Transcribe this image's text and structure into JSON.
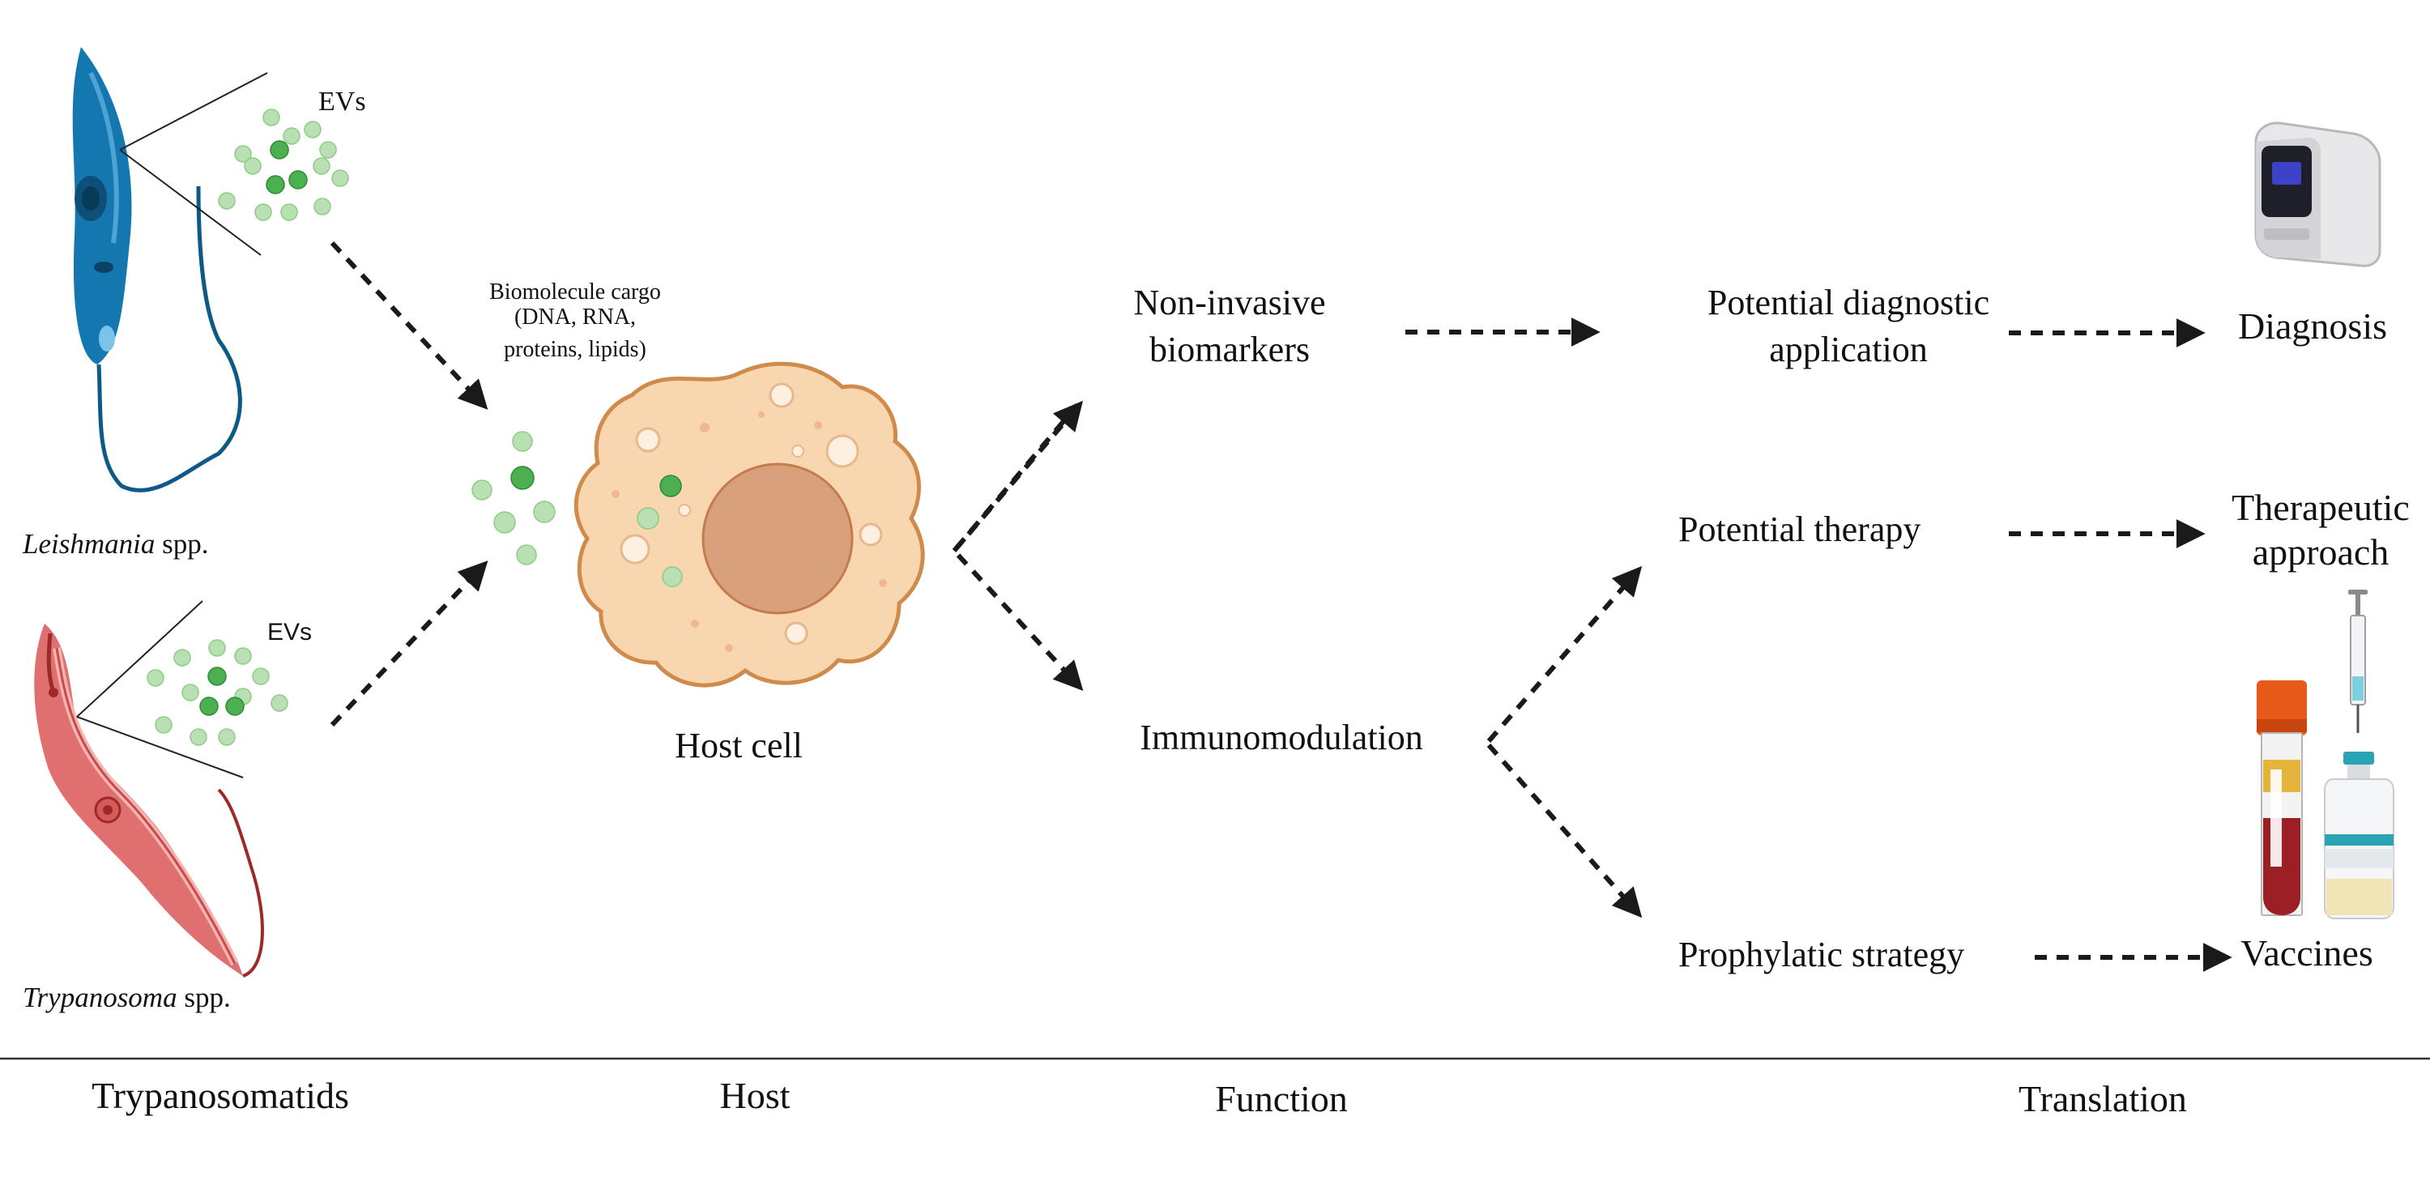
{
  "colors": {
    "leishmania": "#1477b0",
    "leishmania_dark": "#0e5a86",
    "trypanosoma": "#e07070",
    "trypanosoma_dark": "#9c2a2a",
    "ev_light": "#b9e0b3",
    "ev_dark": "#4caf50",
    "host_cell_fill": "#f8d7b0",
    "host_cell_edge": "#d08a4c",
    "nucleus": "#d9a07c",
    "arrow": "#1a1a1a"
  },
  "icons": {
    "diagnostic_device": "qpcr-machine-icon",
    "therapy": "syringe-vial-icon",
    "sample": "blood-tube-icon"
  },
  "organisms": {
    "leishmania": {
      "name_italic": "Leishmania",
      "name_suffix": " spp.",
      "evs_label": "EVs"
    },
    "trypanosoma": {
      "name_italic": "Trypanosoma",
      "name_suffix": " spp.",
      "evs_label": "EVs"
    }
  },
  "host": {
    "cargo_lines": [
      "Biomolecule cargo",
      "(DNA, RNA,",
      "proteins, lipids)"
    ],
    "cell_label": "Host cell"
  },
  "function": {
    "biomarkers_lines": [
      "Non-invasive",
      "biomarkers"
    ],
    "immunomodulation": "Immunomodulation"
  },
  "translation": {
    "diagnostic_lines": [
      "Potential diagnostic",
      "application"
    ],
    "therapy": "Potential therapy",
    "prophylactic": "Prophylatic strategy",
    "diagnosis": "Diagnosis",
    "therapeutic_lines": [
      "Therapeutic",
      "approach"
    ],
    "vaccines": "Vaccines"
  },
  "footer": {
    "col1": "Trypanosomatids",
    "col2": "Host",
    "col3": "Function",
    "col4": "Translation"
  }
}
